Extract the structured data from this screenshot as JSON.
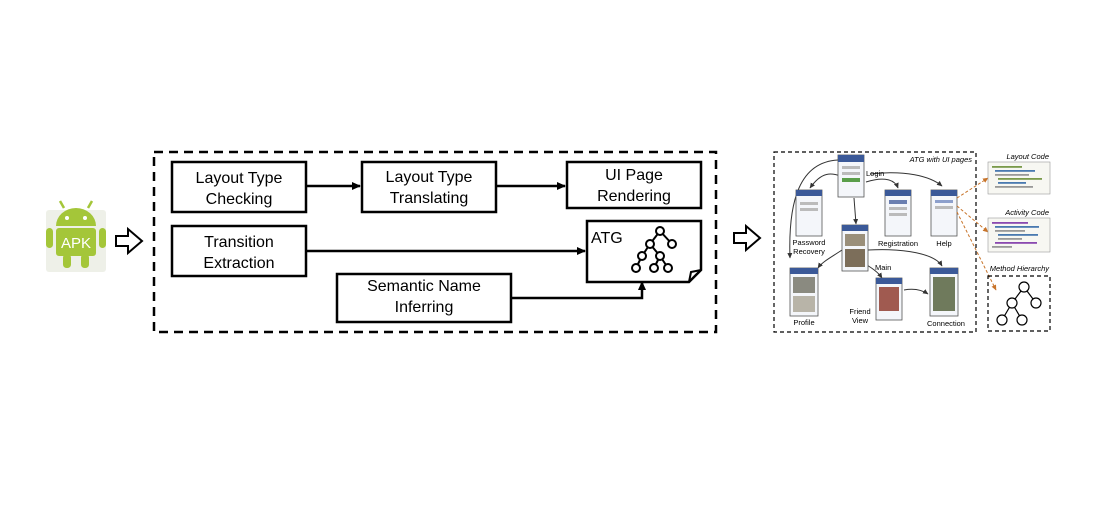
{
  "apk": {
    "label": "APK",
    "color": "#a4c639"
  },
  "pipeline": {
    "boxes": {
      "layout_check": [
        "Layout Type",
        "Checking"
      ],
      "layout_translate": [
        "Layout Type",
        "Translating"
      ],
      "ui_render": [
        "UI Page",
        "Rendering"
      ],
      "transition": [
        "Transition",
        "Extraction"
      ],
      "semantic": [
        "Semantic Name",
        "Inferring"
      ]
    },
    "atg_label": "ATG"
  },
  "output": {
    "title": "ATG with UI pages",
    "pages": {
      "login": "Login",
      "password": [
        "Password",
        "Recovery"
      ],
      "registration": "Registration",
      "help": "Help",
      "main": "Main",
      "profile": "Profile",
      "friend": [
        "Friend",
        "View"
      ],
      "connection": "Connection"
    },
    "side": {
      "layout_code": "Layout Code",
      "activity_code": "Activity Code",
      "method_hierarchy": "Method Hierarchy"
    }
  }
}
